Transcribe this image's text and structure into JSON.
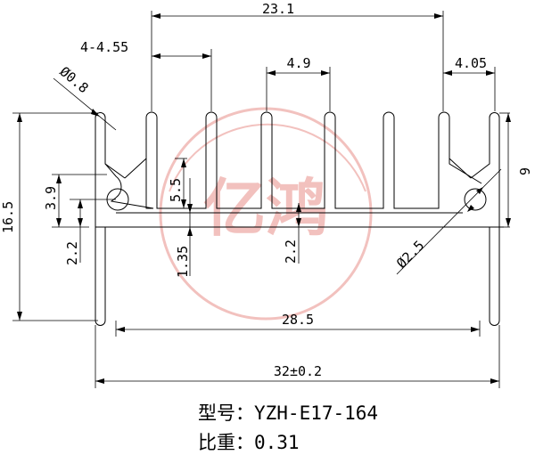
{
  "dimensions": {
    "overall_top": "23.1",
    "pitch_left": "4-4.55",
    "slot_width": "4.9",
    "pitch_right": "4.05",
    "hole_small": "Ø0.8",
    "height_total": "16.5",
    "hole_height": "3.9",
    "hole_offset": "2.2",
    "fin_base": "5.5",
    "base_thickness": "1.35",
    "base_offset": "2.2",
    "hole_large": "Ø2.5",
    "side_height": "9",
    "inner_width": "28.5",
    "overall_width": "32±0.2"
  },
  "watermark": "亿鸿",
  "caption": {
    "model_label": "型号：",
    "model_value": "YZH-E17-164",
    "ratio_label": "比重：",
    "ratio_value": "0.31"
  },
  "colors": {
    "line": "#000000",
    "watermark": "#e8908a"
  }
}
